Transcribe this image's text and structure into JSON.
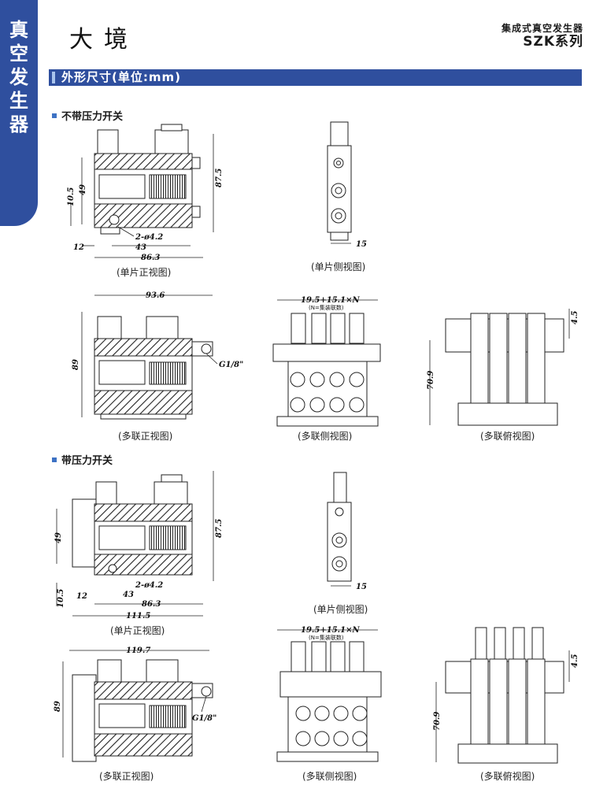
{
  "sidebar": {
    "chars": [
      "真",
      "空",
      "发",
      "生",
      "器"
    ]
  },
  "header": {
    "brand": "大境",
    "series_sub": "集成式真空发生器",
    "series_main": "SZK系列"
  },
  "section": {
    "title": "外形尺寸(单位:mm)"
  },
  "groups": [
    {
      "title": "不带压力开关"
    },
    {
      "title": "带压力开关"
    }
  ],
  "captions": {
    "single_front": "(单片正视图)",
    "single_side": "(单片侧视图)",
    "multi_front": "(多联正视图)",
    "multi_side": "(多联侧视图)",
    "multi_top": "(多联俯视图)"
  },
  "dims": {
    "d87_5": "87.5",
    "d49": "49",
    "d10_5": "10.5",
    "d2phi": "2-ø4.2",
    "d43": "43",
    "d12": "12",
    "d86_3": "86.3",
    "d15": "15",
    "d93_6": "93.6",
    "d89": "89",
    "g18": "G1/8\"",
    "formula": "19.5+15.1×N",
    "formula_note": "(N=集装联数)",
    "d4_5": "4.5",
    "d70_9": "70.9",
    "d111_5": "111.5",
    "d119_7": "119.7"
  }
}
